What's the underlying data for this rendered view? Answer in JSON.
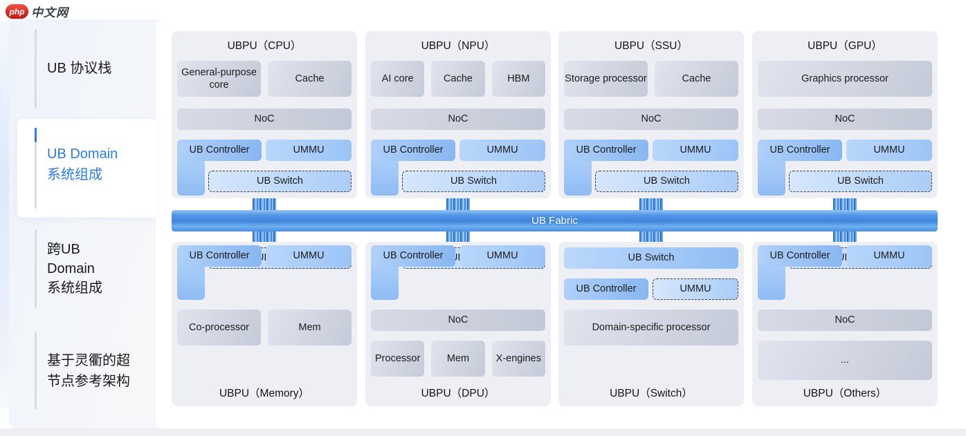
{
  "logo": {
    "php": "php",
    "site": "中文网"
  },
  "palette": {
    "accent_blue": "#2b7bf3",
    "fabric_blue": "#3f86dd",
    "logo_red": "#d8251c"
  },
  "sidebar": {
    "items": [
      {
        "lines": [
          "UB 协议栈"
        ],
        "active": false
      },
      {
        "lines": [
          "UB Domain",
          "系统组成"
        ],
        "active": true
      },
      {
        "lines": [
          "跨UB",
          "Domain",
          "系统组成"
        ],
        "active": false
      },
      {
        "lines": [
          "基于灵衢的超",
          "节点参考架构"
        ],
        "active": false
      }
    ]
  },
  "fabric": {
    "label": "UB Fabric"
  },
  "cards": {
    "cpu": {
      "title": "UBPU（CPU）",
      "components": [
        "General-purpose core",
        "Cache"
      ],
      "noc": "NoC",
      "controller": "UB Controller",
      "ummu": "UMMU",
      "ub_switch": "UB Switch"
    },
    "npu": {
      "title": "UBPU（NPU）",
      "components": [
        "AI core",
        "Cache",
        "HBM"
      ],
      "noc": "NoC",
      "controller": "UB Controller",
      "ummu": "UMMU",
      "ub_switch": "UB Switch"
    },
    "ssu": {
      "title": "UBPU（SSU）",
      "components": [
        "Storage processor",
        "Cache"
      ],
      "noc": "NoC",
      "controller": "UB Controller",
      "ummu": "UMMU",
      "ub_switch": "UB Switch"
    },
    "gpu": {
      "title": "UBPU（GPU）",
      "components": [
        "Graphics processor"
      ],
      "noc": "NoC",
      "controller": "UB Controller",
      "ummu": "UMMU",
      "ub_switch": "UB Switch"
    },
    "memory": {
      "title": "UBPU（Memory）",
      "components": [
        "Co-processor",
        "Mem"
      ],
      "controller": "UB Controller",
      "ummu": "UMMU",
      "ub_switch": "UB Switch"
    },
    "dpu": {
      "title": "UBPU（DPU）",
      "components": [
        "Processor",
        "Mem",
        "X-engines"
      ],
      "noc": "NoC",
      "controller": "UB Controller",
      "ummu": "UMMU",
      "ub_switch": "UB Switch"
    },
    "switch": {
      "title": "UBPU（Switch）",
      "components": [
        "Domain-specific processor"
      ],
      "controller": "UB Controller",
      "ummu": "UMMU",
      "ub_switch": "UB Switch"
    },
    "others": {
      "title": "UBPU（Others）",
      "components": [
        "..."
      ],
      "noc": "NoC",
      "controller": "UB Controller",
      "ummu": "UMMU",
      "ub_switch": "UB Switch"
    }
  }
}
